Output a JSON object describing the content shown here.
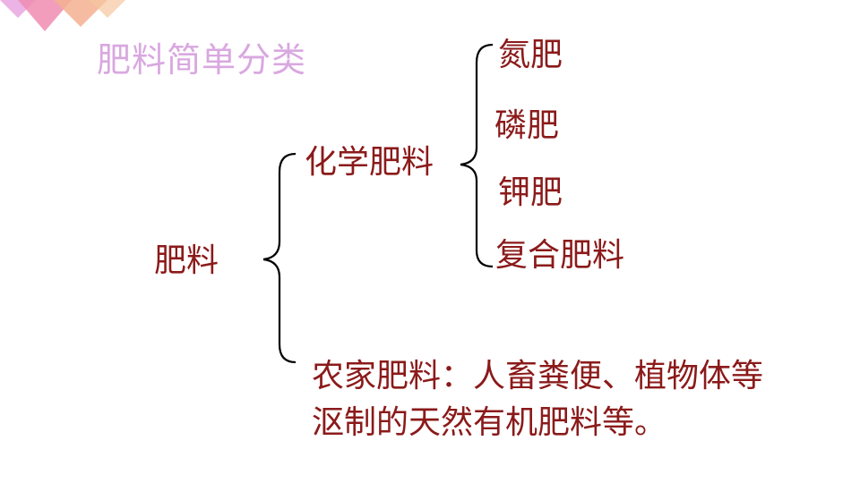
{
  "title": "肥料简单分类",
  "root": "肥料",
  "branches": {
    "chemical": {
      "label": "化学肥料",
      "children": [
        "氮肥",
        "磷肥",
        "钾肥",
        "复合肥料"
      ]
    },
    "farm": {
      "line1": "农家肥料：人畜粪便、植物体等",
      "line2": "沤制的天然有机肥料等。"
    }
  },
  "colors": {
    "text": "#8b1a1a",
    "title": "#d9a8e0",
    "decoration": [
      "#f0a0c0",
      "#f4b090",
      "#e6a0e0"
    ]
  }
}
